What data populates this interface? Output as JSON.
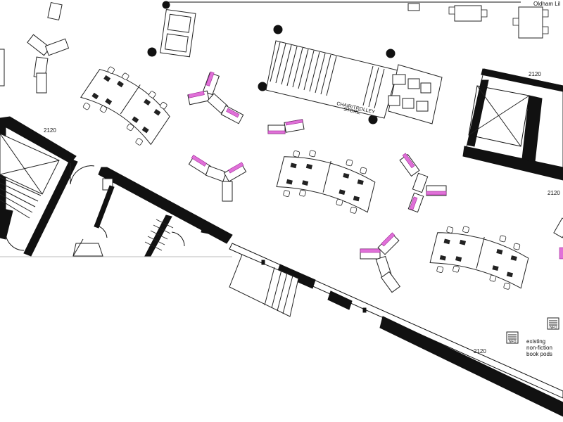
{
  "header": {
    "corner_label": "Oldham Lil"
  },
  "dimensions": {
    "left_wall": "2120",
    "stair_core_top": "2120",
    "stair_core_right": "2120",
    "bottom_wall": "2120"
  },
  "store": {
    "line1": "CHAIR/TROLLEY",
    "line2": "STORE"
  },
  "legend": {
    "pod_code": "NFO",
    "text_lines": [
      "existing",
      "non-fiction",
      "book pods"
    ]
  },
  "colors": {
    "highlight": "#e070d8",
    "ink": "#111111"
  }
}
